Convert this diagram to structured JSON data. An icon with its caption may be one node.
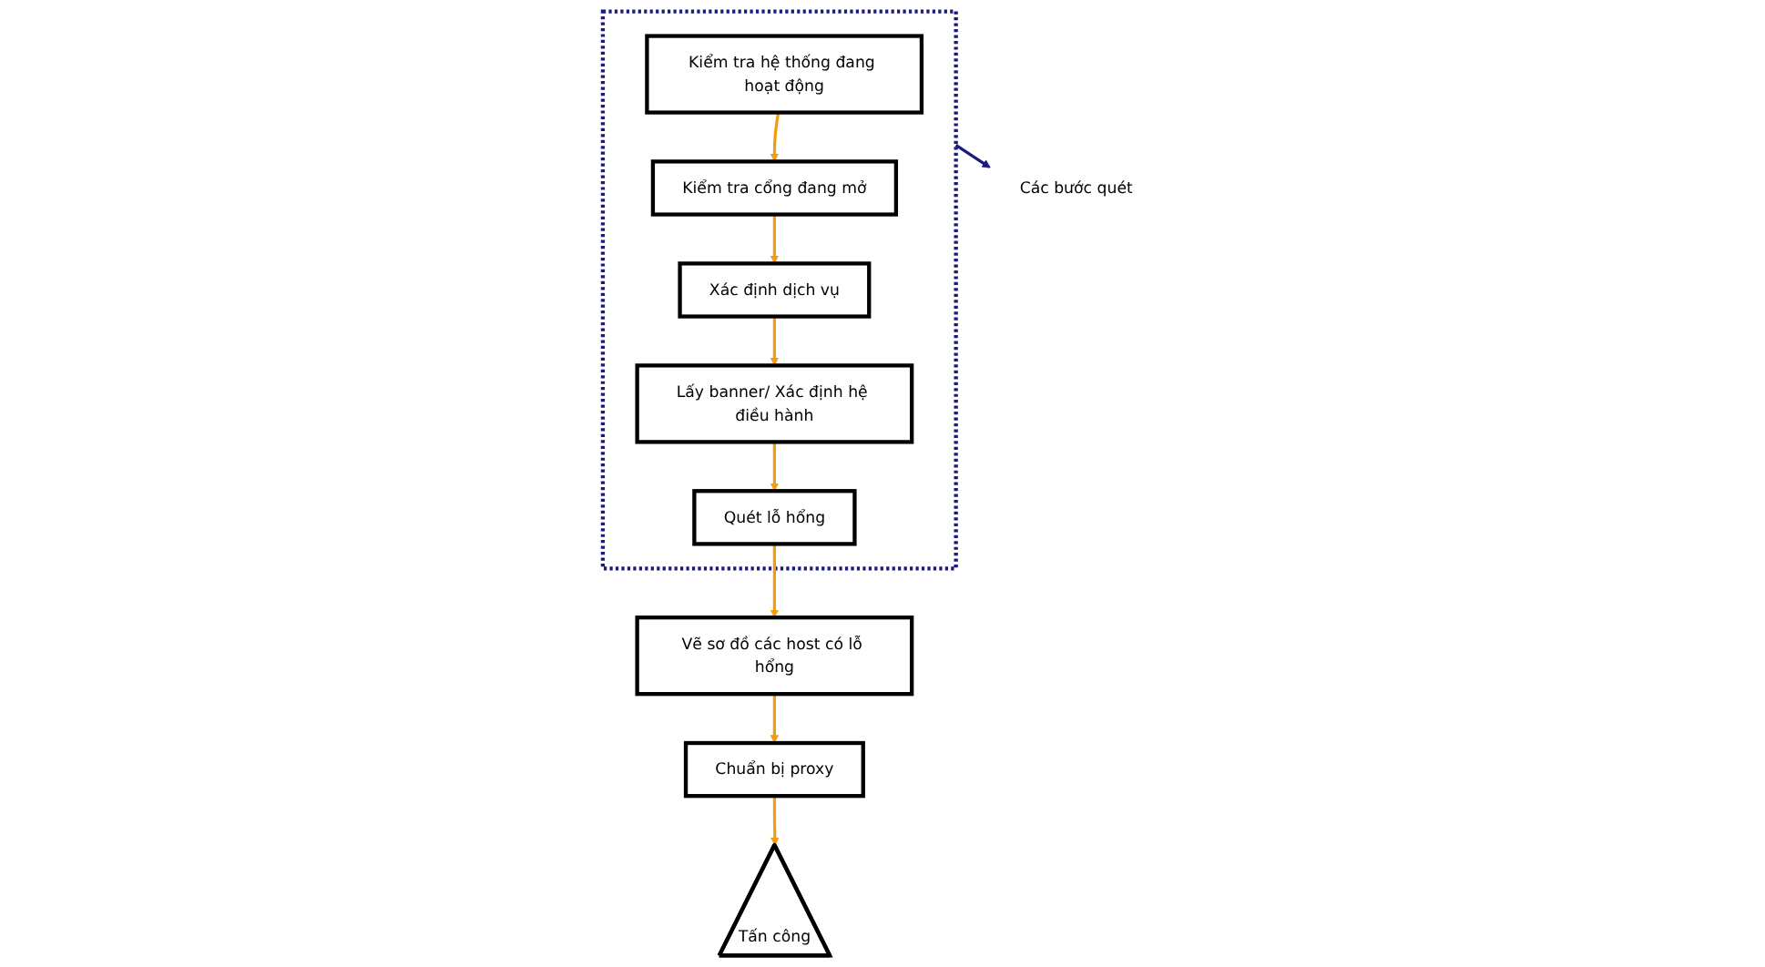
{
  "diagram": {
    "nodes": [
      {
        "text": [],
        "shape": "box"
      },
      {
        "text": [
          "Kiểm tra hệ thống đang hoạt động"
        ],
        "in": 0
      },
      {
        "text": [
          "Kiểm tra cổng đang mở"
        ],
        "in": 0
      },
      {
        "text": [
          "Lấy banner/ Xác định hệ điều hành"
        ],
        "in": 0
      },
      {
        "text": [
          "Xác định dịch vụ"
        ],
        "in": 0
      },
      {
        "text": [
          "Quét lỗ hổng"
        ],
        "in": 0
      },
      {
        "text": [
          "Vẽ sơ đồ các host có lỗ hổng"
        ]
      },
      {
        "text": [
          "Chuẩn bị proxy"
        ]
      },
      {
        "text": [
          "Tấn công"
        ]
      },
      {
        "text": [
          "Các bước quét"
        ]
      }
    ],
    "edges": [
      {
        "from": 1,
        "to": 2,
        "arrow": "to"
      },
      {
        "from": 2,
        "to": 4,
        "arrow": "to"
      },
      {
        "from": 4,
        "to": 3,
        "arrow": "to"
      },
      {
        "from": 3,
        "to": 5,
        "arrow": "to"
      },
      {
        "from": 5,
        "to": 6,
        "arrow": "to"
      },
      {
        "from": 6,
        "to": 7,
        "arrow": "to"
      },
      {
        "from": 7,
        "to": 8,
        "arrow": "to"
      },
      {
        "from": 0,
        "to": 9,
        "arrow": "to",
        "color": "#1a1a80"
      }
    ]
  }
}
